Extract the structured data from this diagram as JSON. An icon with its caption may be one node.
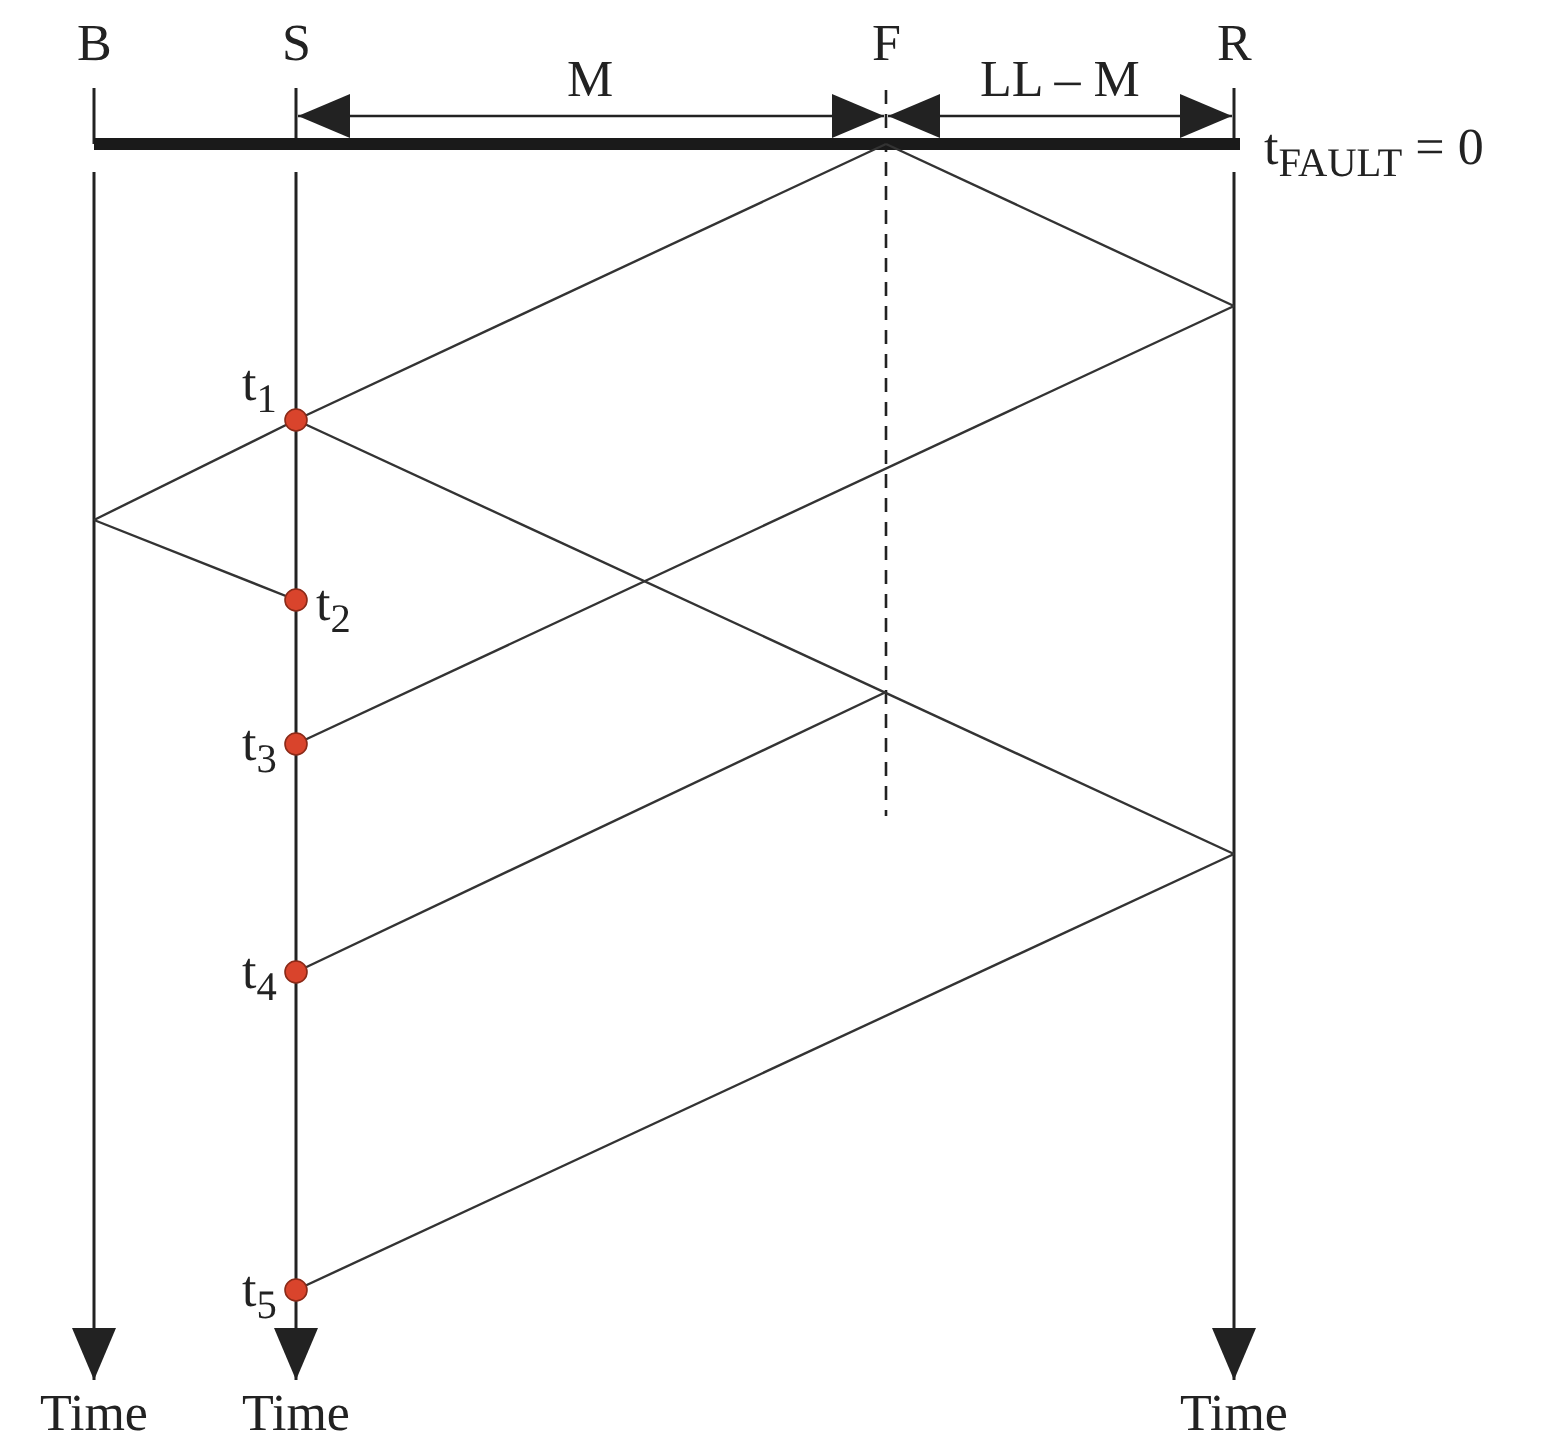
{
  "diagram": {
    "labels": [
      "B",
      "S",
      "M",
      "F",
      "LL – M",
      "R",
      "t$_{FAULT}$ = 0",
      "t$_{1}$",
      "t$_{2}$",
      "t$_{3}$",
      "t$_{4}$",
      "t$_{5}$",
      "Time",
      "Time",
      "Time"
    ]
  }
}
